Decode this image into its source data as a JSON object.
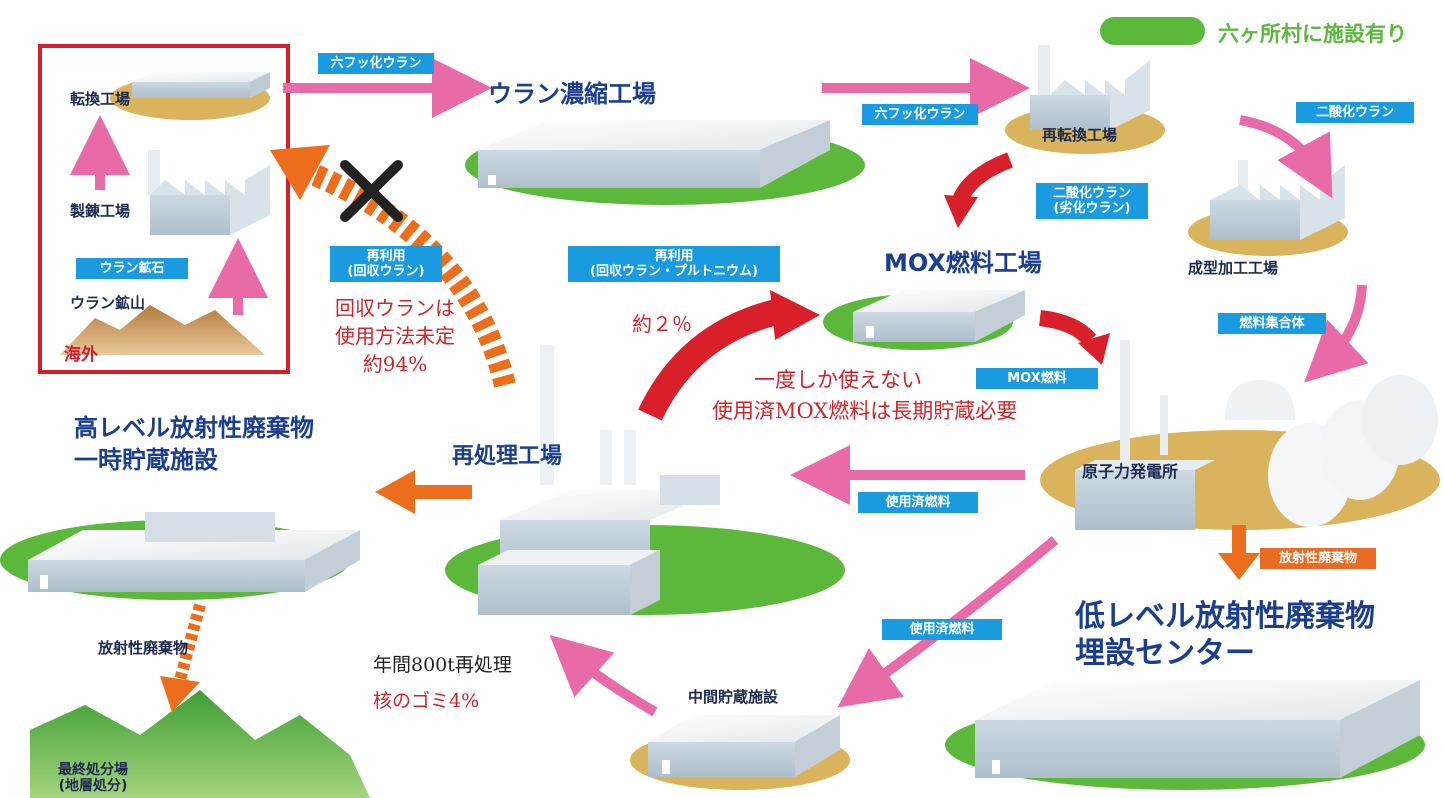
{
  "legend": {
    "text": "六ヶ所村に施設有り",
    "color": "#5cb83a"
  },
  "facilities": {
    "tenkan": "転換工場",
    "seiren": "製錬工場",
    "uranium_ore": "ウラン鉱石",
    "uranium_mine": "ウラン鉱山",
    "overseas": "海外",
    "enrichment": "ウラン濃縮工場",
    "reconversion": "再転換工場",
    "fabrication": "成型加工工場",
    "mox_plant": "MOX燃料工場",
    "npp": "原子力発電所",
    "reprocessing": "再処理工場",
    "hlw_storage_line1": "高レベル放射性廃棄物",
    "hlw_storage_line2": "一時貯蔵施設",
    "llw_center_line1": "低レベル放射性廃棄物",
    "llw_center_line2": "埋設センター",
    "interim_storage": "中間貯蔵施設",
    "final_disposal_line1": "最終処分場",
    "final_disposal_line2": "(地層処分)"
  },
  "tags": {
    "uf6_a": "六フッ化ウラン",
    "uf6_b": "六フッ化ウラン",
    "uo2": "二酸化ウラン",
    "uo2_depleted_line1": "二酸化ウラン",
    "uo2_depleted_line2": "(劣化ウラン)",
    "fuel_assembly": "燃料集合体",
    "mox_fuel": "MOX燃料",
    "spent_fuel_a": "使用済燃料",
    "spent_fuel_b": "使用済燃料",
    "radwaste": "放射性廃棄物",
    "reuse_u_line1": "再利用",
    "reuse_u_line2": "(回収ウラン)",
    "reuse_upu_line1": "再利用",
    "reuse_upu_line2": "(回収ウラン・プルトニウム)"
  },
  "labels": {
    "hlw_radwaste": "放射性廃棄物"
  },
  "notes": {
    "recovered_u_line1": "回収ウランは",
    "recovered_u_line2": "使用方法未定",
    "recovered_u_line3": "約94%",
    "about_2pct": "約２％",
    "mox_line1": "一度しか使えない",
    "mox_line2": "使用済MOX燃料は長期貯蔵必要",
    "annual_reprocessing": "年間800t再処理",
    "nuclear_waste": "核のゴミ4%"
  },
  "colors": {
    "pink_arrow": "#e86aa6",
    "red_arrow": "#d81f2a",
    "orange_arrow": "#ec6d1c",
    "tag_blue": "#1a9be0",
    "tag_orange": "#e96b24",
    "overseas_frame": "#d3202f",
    "title_blue": "#1b3e8f"
  }
}
